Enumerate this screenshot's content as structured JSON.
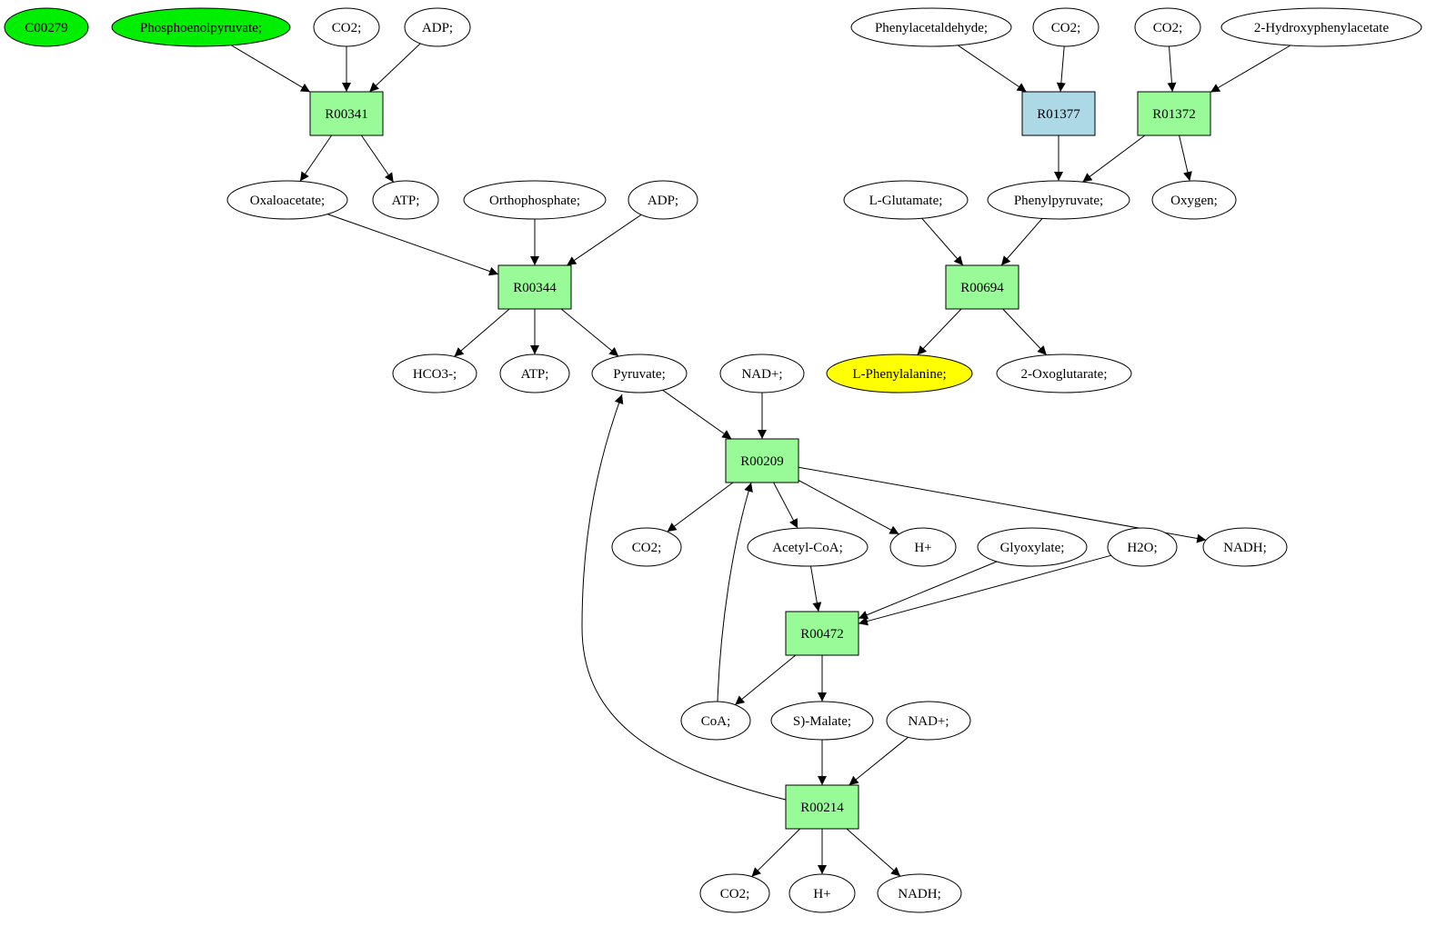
{
  "diagram": {
    "colors": {
      "default_fill": "#ffffff",
      "start_fill": "#00ee00",
      "target_fill": "#ffff00",
      "reaction_fill": "#98fb98",
      "reaction_alt_fill": "#add8e6"
    },
    "nodes": [
      {
        "id": "c00279",
        "label": "C00279",
        "kind": "compound",
        "fill": "#00ee00"
      },
      {
        "id": "pep",
        "label": "Phosphoenolpyruvate;",
        "kind": "compound",
        "fill": "#00ee00"
      },
      {
        "id": "co2_a",
        "label": "CO2;",
        "kind": "compound",
        "fill": "#ffffff"
      },
      {
        "id": "adp_a",
        "label": "ADP;",
        "kind": "compound",
        "fill": "#ffffff"
      },
      {
        "id": "r00341",
        "label": "R00341",
        "kind": "reaction",
        "fill": "#98fb98"
      },
      {
        "id": "oxaloacetate",
        "label": "Oxaloacetate;",
        "kind": "compound",
        "fill": "#ffffff"
      },
      {
        "id": "atp_a",
        "label": "ATP;",
        "kind": "compound",
        "fill": "#ffffff"
      },
      {
        "id": "orthophosphate",
        "label": "Orthophosphate;",
        "kind": "compound",
        "fill": "#ffffff"
      },
      {
        "id": "adp_b",
        "label": "ADP;",
        "kind": "compound",
        "fill": "#ffffff"
      },
      {
        "id": "r00344",
        "label": "R00344",
        "kind": "reaction",
        "fill": "#98fb98"
      },
      {
        "id": "hco3",
        "label": "HCO3-;",
        "kind": "compound",
        "fill": "#ffffff"
      },
      {
        "id": "atp_b",
        "label": "ATP;",
        "kind": "compound",
        "fill": "#ffffff"
      },
      {
        "id": "pyruvate",
        "label": "Pyruvate;",
        "kind": "compound",
        "fill": "#ffffff"
      },
      {
        "id": "nad_a",
        "label": "NAD+;",
        "kind": "compound",
        "fill": "#ffffff"
      },
      {
        "id": "r00209",
        "label": "R00209",
        "kind": "reaction",
        "fill": "#98fb98"
      },
      {
        "id": "co2_b",
        "label": "CO2;",
        "kind": "compound",
        "fill": "#ffffff"
      },
      {
        "id": "acetylcoa",
        "label": "Acetyl-CoA;",
        "kind": "compound",
        "fill": "#ffffff"
      },
      {
        "id": "hplus_a",
        "label": "H+",
        "kind": "compound",
        "fill": "#ffffff"
      },
      {
        "id": "glyoxylate",
        "label": "Glyoxylate;",
        "kind": "compound",
        "fill": "#ffffff"
      },
      {
        "id": "h2o",
        "label": "H2O;",
        "kind": "compound",
        "fill": "#ffffff"
      },
      {
        "id": "nadh_a",
        "label": "NADH;",
        "kind": "compound",
        "fill": "#ffffff"
      },
      {
        "id": "r00472",
        "label": "R00472",
        "kind": "reaction",
        "fill": "#98fb98"
      },
      {
        "id": "coa",
        "label": "CoA;",
        "kind": "compound",
        "fill": "#ffffff"
      },
      {
        "id": "smalate",
        "label": "S)-Malate;",
        "kind": "compound",
        "fill": "#ffffff"
      },
      {
        "id": "nad_b",
        "label": "NAD+;",
        "kind": "compound",
        "fill": "#ffffff"
      },
      {
        "id": "r00214",
        "label": "R00214",
        "kind": "reaction",
        "fill": "#98fb98"
      },
      {
        "id": "co2_c",
        "label": "CO2;",
        "kind": "compound",
        "fill": "#ffffff"
      },
      {
        "id": "hplus_b",
        "label": "H+",
        "kind": "compound",
        "fill": "#ffffff"
      },
      {
        "id": "nadh_b",
        "label": "NADH;",
        "kind": "compound",
        "fill": "#ffffff"
      },
      {
        "id": "phenylacetaldehyde",
        "label": "Phenylacetaldehyde;",
        "kind": "compound",
        "fill": "#ffffff"
      },
      {
        "id": "co2_d",
        "label": "CO2;",
        "kind": "compound",
        "fill": "#ffffff"
      },
      {
        "id": "co2_e",
        "label": "CO2;",
        "kind": "compound",
        "fill": "#ffffff"
      },
      {
        "id": "hydroxyphenylacetate",
        "label": "2-Hydroxyphenylacetate",
        "kind": "compound",
        "fill": "#ffffff"
      },
      {
        "id": "r01377",
        "label": "R01377",
        "kind": "reaction",
        "fill": "#add8e6"
      },
      {
        "id": "r01372",
        "label": "R01372",
        "kind": "reaction",
        "fill": "#98fb98"
      },
      {
        "id": "lglutamate",
        "label": "L-Glutamate;",
        "kind": "compound",
        "fill": "#ffffff"
      },
      {
        "id": "phenylpyruvate",
        "label": "Phenylpyruvate;",
        "kind": "compound",
        "fill": "#ffffff"
      },
      {
        "id": "oxygen",
        "label": "Oxygen;",
        "kind": "compound",
        "fill": "#ffffff"
      },
      {
        "id": "r00694",
        "label": "R00694",
        "kind": "reaction",
        "fill": "#98fb98"
      },
      {
        "id": "lphenylalanine",
        "label": "L-Phenylalanine;",
        "kind": "compound",
        "fill": "#ffff00"
      },
      {
        "id": "oxoglutarate",
        "label": "2-Oxoglutarate;",
        "kind": "compound",
        "fill": "#ffffff"
      }
    ],
    "edges": [
      {
        "from": "pep",
        "to": "r00341"
      },
      {
        "from": "co2_a",
        "to": "r00341"
      },
      {
        "from": "adp_a",
        "to": "r00341"
      },
      {
        "from": "r00341",
        "to": "oxaloacetate"
      },
      {
        "from": "r00341",
        "to": "atp_a"
      },
      {
        "from": "oxaloacetate",
        "to": "r00344"
      },
      {
        "from": "orthophosphate",
        "to": "r00344"
      },
      {
        "from": "adp_b",
        "to": "r00344"
      },
      {
        "from": "r00344",
        "to": "hco3"
      },
      {
        "from": "r00344",
        "to": "atp_b"
      },
      {
        "from": "r00344",
        "to": "pyruvate"
      },
      {
        "from": "pyruvate",
        "to": "r00209"
      },
      {
        "from": "nad_a",
        "to": "r00209"
      },
      {
        "from": "r00209",
        "to": "co2_b"
      },
      {
        "from": "r00209",
        "to": "acetylcoa"
      },
      {
        "from": "r00209",
        "to": "hplus_a"
      },
      {
        "from": "r00209",
        "to": "nadh_a"
      },
      {
        "from": "acetylcoa",
        "to": "r00472"
      },
      {
        "from": "glyoxylate",
        "to": "r00472"
      },
      {
        "from": "h2o",
        "to": "r00472"
      },
      {
        "from": "r00472",
        "to": "coa"
      },
      {
        "from": "r00472",
        "to": "smalate"
      },
      {
        "from": "coa",
        "to": "r00209"
      },
      {
        "from": "smalate",
        "to": "r00214"
      },
      {
        "from": "nad_b",
        "to": "r00214"
      },
      {
        "from": "r00214",
        "to": "pyruvate"
      },
      {
        "from": "r00214",
        "to": "co2_c"
      },
      {
        "from": "r00214",
        "to": "hplus_b"
      },
      {
        "from": "r00214",
        "to": "nadh_b"
      },
      {
        "from": "phenylacetaldehyde",
        "to": "r01377"
      },
      {
        "from": "co2_d",
        "to": "r01377"
      },
      {
        "from": "co2_e",
        "to": "r01372"
      },
      {
        "from": "hydroxyphenylacetate",
        "to": "r01372"
      },
      {
        "from": "r01377",
        "to": "phenylpyruvate"
      },
      {
        "from": "r01372",
        "to": "phenylpyruvate"
      },
      {
        "from": "r01372",
        "to": "oxygen"
      },
      {
        "from": "lglutamate",
        "to": "r00694"
      },
      {
        "from": "phenylpyruvate",
        "to": "r00694"
      },
      {
        "from": "r00694",
        "to": "lphenylalanine"
      },
      {
        "from": "r00694",
        "to": "oxoglutarate"
      }
    ]
  }
}
